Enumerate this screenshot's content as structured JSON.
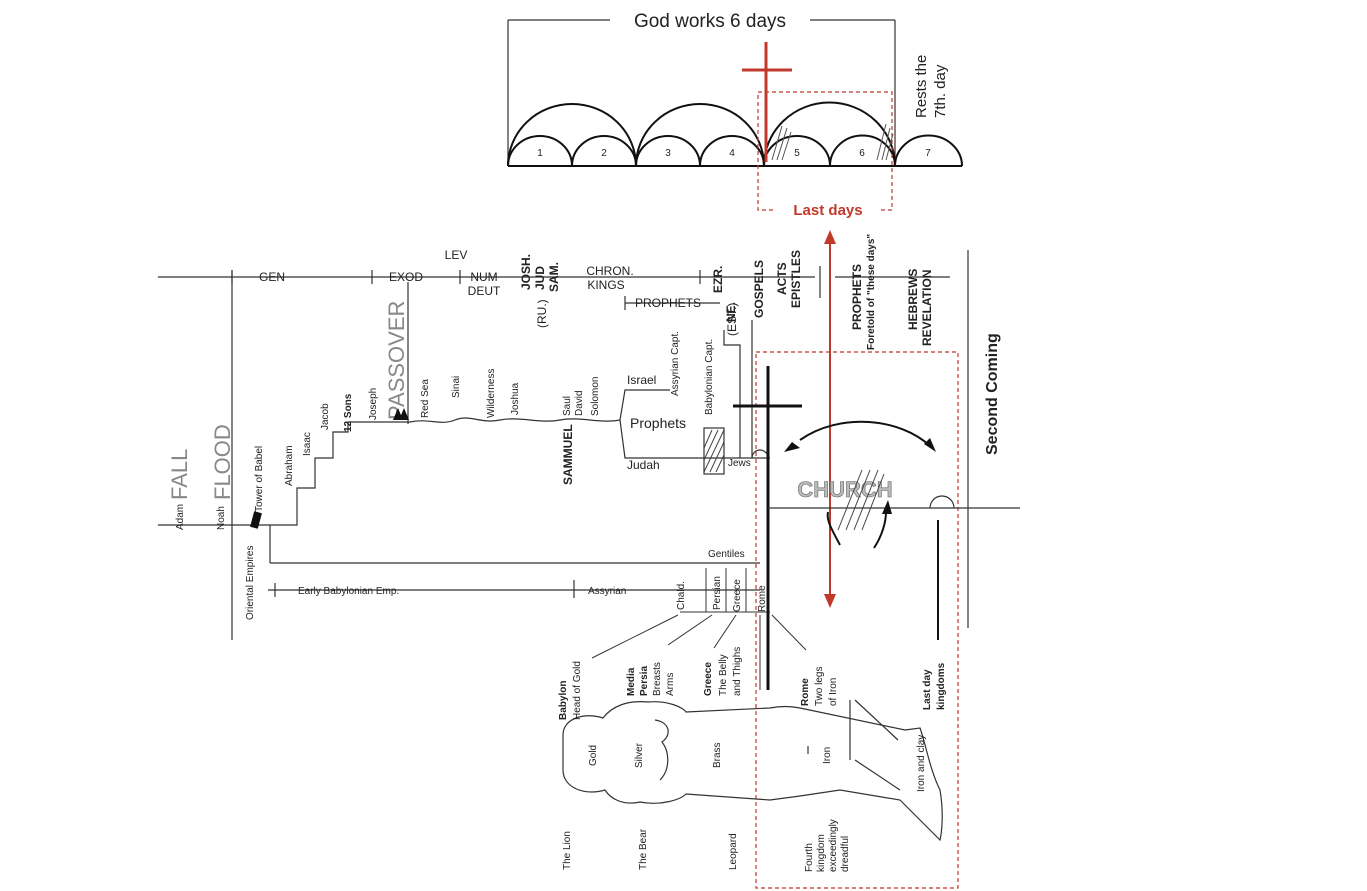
{
  "top": {
    "header": "God works 6 days",
    "rest": [
      "Rests the",
      "7th. day"
    ],
    "day_numbers": [
      "1",
      "2",
      "3",
      "4",
      "5",
      "6",
      "7"
    ],
    "last_days": "Last days"
  },
  "books": {
    "gen": "GEN",
    "exod": "EXOD",
    "lev": "LEV",
    "num": "NUM",
    "deut": "DEUT",
    "josh": "JOSH.",
    "jud": "JUD",
    "sam": "SAM.",
    "ru": "(RU.)",
    "chron": "CHRON.",
    "kings": "KINGS",
    "prophets": "PROPHETS",
    "ezr": "EZR.",
    "ne": "NE.",
    "est": "(EST.)",
    "gospels": "GOSPELS",
    "acts": "ACTS",
    "epistles": "EPISTLES",
    "prophets2": "PROPHETS",
    "foretold": "Foretold of \"these days\"",
    "hebrews": "HEBREWS",
    "revelation": "REVELATION"
  },
  "history": {
    "fall": "FALL",
    "adam": "Adam",
    "flood": "FLOOD",
    "noah": "Noah",
    "babel": "Tower of Babel",
    "abraham": "Abraham",
    "isaac": "Isaac",
    "jacob": "Jacob",
    "sons": "12 Sons",
    "joseph": "Joseph",
    "passover": "PASSOVER",
    "red_sea": "Red Sea",
    "sinai": "Sinai",
    "wilderness": "Wilderness",
    "joshua": "Joshua",
    "saul": "Saul",
    "david": "David",
    "solomon": "Solomon",
    "sammuel": "SAMMUEL",
    "israel": "Israel",
    "assyrian_capt": "Assyrian Capt.",
    "prophets": "Prophets",
    "judah": "Judah",
    "babylonian_capt": "Babylonian Capt.",
    "jews": "Jews",
    "gentiles": "Gentiles",
    "church": "CHURCH",
    "second_coming": "Second Coming"
  },
  "empires": {
    "oriental": "Oriental Empires",
    "early_bab": "Early Babylonian Emp.",
    "assyrian": "Assyrian",
    "chald": "Chald.",
    "persian": "Persian",
    "greece": "Greece",
    "rome": "Rome"
  },
  "statue": {
    "babylon": "Babylon",
    "head": "Head of Gold",
    "media": "Media",
    "persia": "Persia",
    "breasts": "Breasts",
    "arms": "Arms",
    "greece": "Greece",
    "belly": "The Belly",
    "thighs": "and Thighs",
    "rome": "Rome",
    "legs": "Two legs",
    "of_iron": "of Iron",
    "last_day": "Last day",
    "kingdoms": "kingdoms",
    "gold": "Gold",
    "silver": "Silver",
    "brass": "Brass",
    "iron": "Iron",
    "iron_clay": "Iron and clay",
    "lion": "The Lion",
    "bear": "The Bear",
    "leopard": "Leopard",
    "fourth": "Fourth",
    "kingdom": "kingdom",
    "exceedingly": "exceedingly",
    "dreadful": "dreadful"
  },
  "colors": {
    "accent": "#c0392b",
    "ink": "#222222"
  }
}
